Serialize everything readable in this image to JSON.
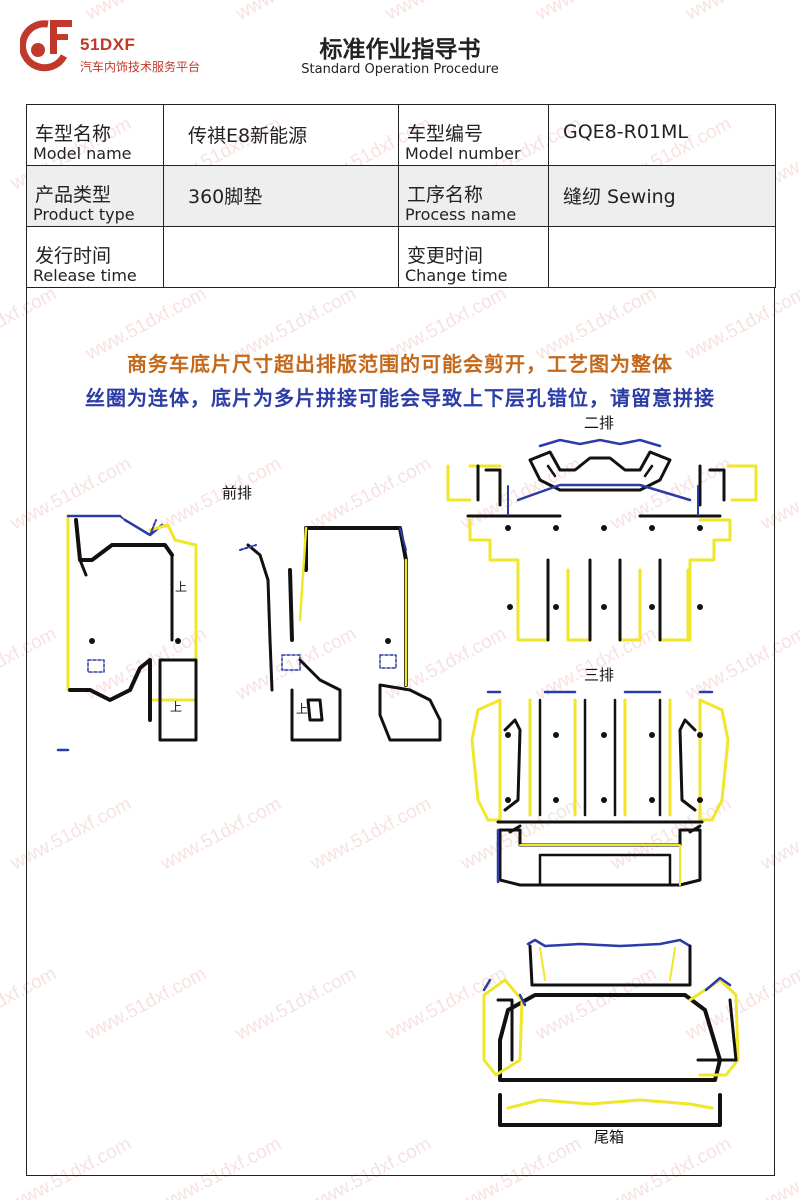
{
  "brand": {
    "name": "51DXF",
    "tagline": "汽车内饰技术服务平台",
    "color": "#c0392b"
  },
  "document": {
    "title": "标准作业指导书",
    "subtitle": "Standard Operation Procedure"
  },
  "info_table": {
    "model_name": {
      "label_cn": "车型名称",
      "label_en": "Model name",
      "value": "传祺E8新能源"
    },
    "model_number": {
      "label_cn": "车型编号",
      "label_en": "Model number",
      "value": "GQE8-R01ML"
    },
    "product_type": {
      "label_cn": "产品类型",
      "label_en": "Product type",
      "value": "360脚垫"
    },
    "process_name": {
      "label_cn": "工序名称",
      "label_en": "Process name",
      "value": "缝纫 Sewing"
    },
    "release_time": {
      "label_cn": "发行时间",
      "label_en": "Release time",
      "value": ""
    },
    "change_time": {
      "label_cn": "变更时间",
      "label_en": "Change time",
      "value": ""
    }
  },
  "notes": {
    "line1": "商务车底片尺寸超出排版范围的可能会剪开，工艺图为整体",
    "line2": "丝圈为连体，底片为多片拼接可能会导致上下层孔错位，请留意拼接",
    "line1_color": "#c4681a",
    "line2_color": "#2d3da6"
  },
  "diagram_labels": {
    "front_row": "前排",
    "second_row": "二排",
    "third_row": "三排",
    "trunk": "尾箱",
    "mark_up_1": "上",
    "mark_up_2": "上",
    "mark_up_3": "上"
  },
  "watermark_text": "www.51dxf.com",
  "colors": {
    "edge_yellow": "#f0e62a",
    "edge_blue": "#2b3ba8",
    "outline": "#111111"
  }
}
